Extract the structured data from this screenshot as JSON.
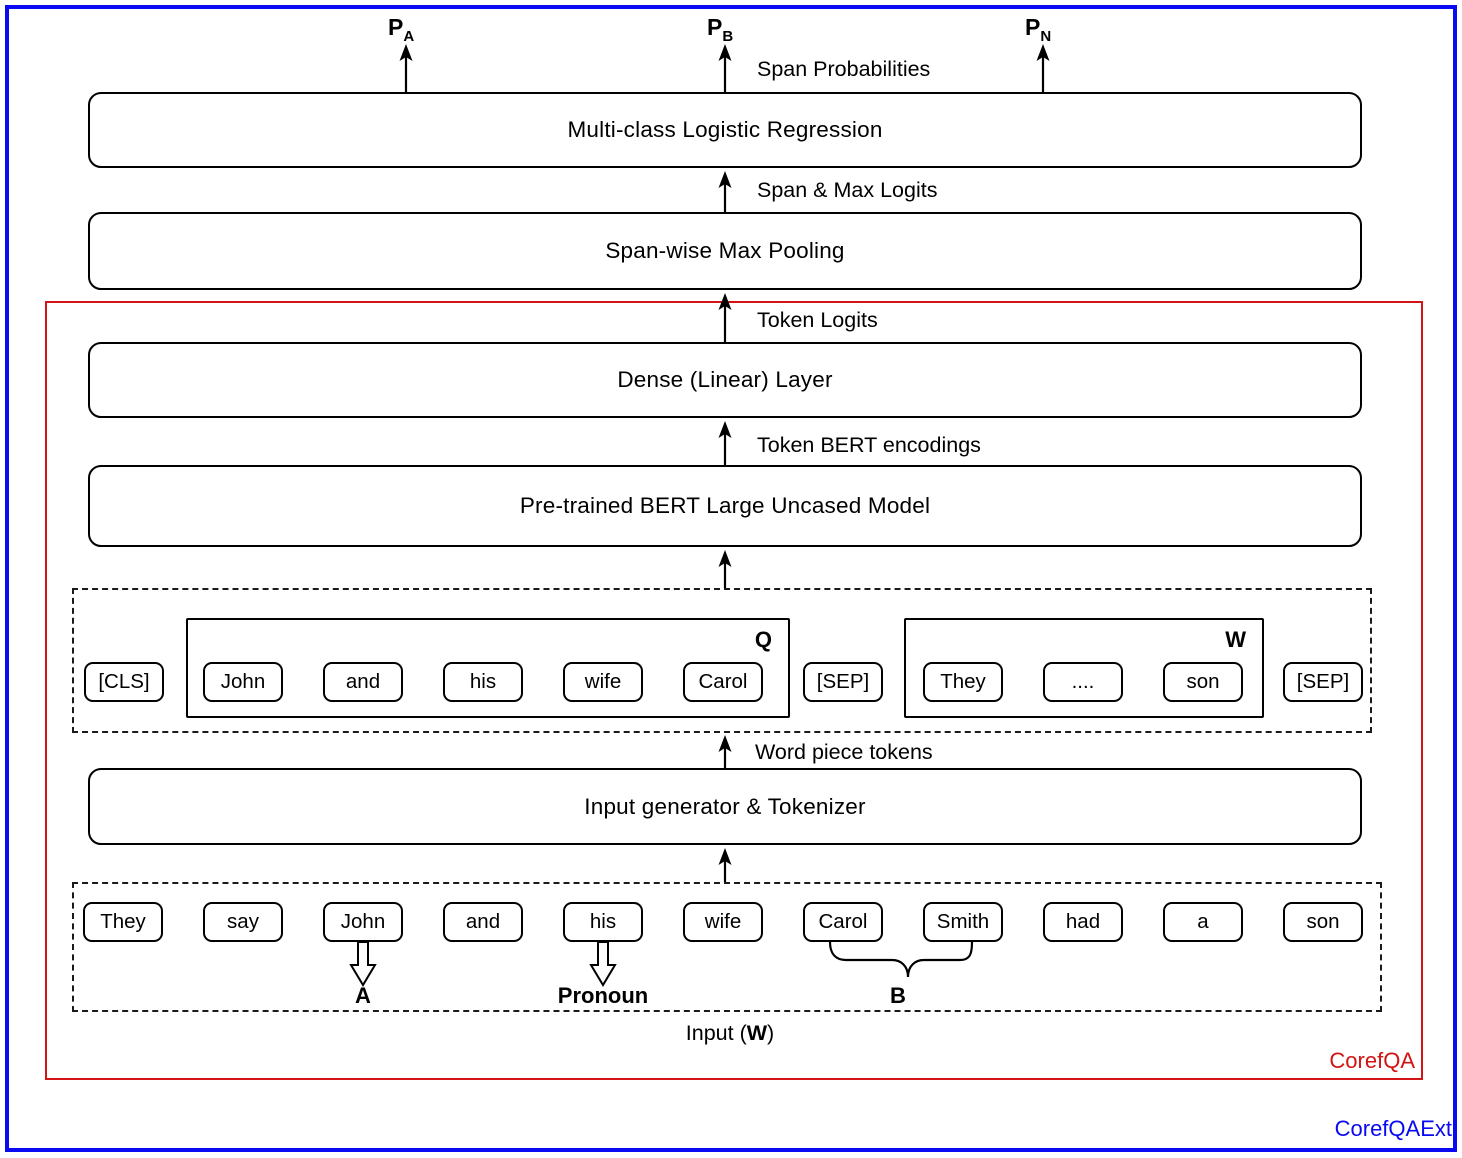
{
  "diagram": {
    "outer_frame_label": "CorefQAExt",
    "inner_frame_label": "CorefQA",
    "colors": {
      "outer_frame": "#0a0af2",
      "inner_frame": "#d31414",
      "line": "#000000"
    }
  },
  "outputs": {
    "span_probabilities_label": "Span Probabilities",
    "heads": [
      {
        "p": "P",
        "sub": "A"
      },
      {
        "p": "P",
        "sub": "B"
      },
      {
        "p": "P",
        "sub": "N"
      }
    ]
  },
  "layers": [
    {
      "label": "Multi-class Logistic Regression"
    },
    {
      "label": "Span-wise Max Pooling"
    },
    {
      "label": "Dense (Linear) Layer"
    },
    {
      "label": "Pre-trained BERT Large Uncased Model"
    },
    {
      "label": "Input generator & Tokenizer"
    }
  ],
  "arrow_labels": {
    "span_max_logits": "Span & Max Logits",
    "token_logits": "Token Logits",
    "token_bert_encodings": "Token BERT encodings",
    "word_piece_tokens": "Word piece tokens"
  },
  "wordpiece_row": {
    "cls": "[CLS]",
    "sep_1": "[SEP]",
    "sep_2": "[SEP]",
    "q_group_label": "Q",
    "q_tokens": [
      "John",
      "and",
      "his",
      "wife",
      "Carol"
    ],
    "w_group_label": "W",
    "w_tokens": [
      "They",
      "....",
      "son"
    ]
  },
  "input_row": {
    "tokens": [
      "They",
      "say",
      "John",
      "and",
      "his",
      "wife",
      "Carol",
      "Smith",
      "had",
      "a",
      "son"
    ],
    "annotation_a": "A",
    "annotation_pronoun": "Pronoun",
    "annotation_b": "B",
    "caption_prefix": "Input (",
    "caption_bold": "W",
    "caption_suffix": ")"
  }
}
